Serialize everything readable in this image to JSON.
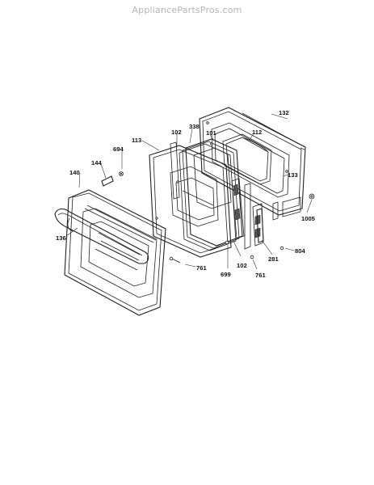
{
  "watermark": "AppliancePartsPros.com",
  "callouts": {
    "c132": "132",
    "c338": "338",
    "c102a": "102",
    "c101": "101",
    "c113": "113",
    "c112": "112",
    "c694": "694",
    "c144": "144",
    "c133": "133",
    "c140": "140",
    "c1005": "1005",
    "c136": "136",
    "c804": "804",
    "c281": "281",
    "c761a": "761",
    "c699": "699",
    "c102b": "102",
    "c761b": "761"
  }
}
